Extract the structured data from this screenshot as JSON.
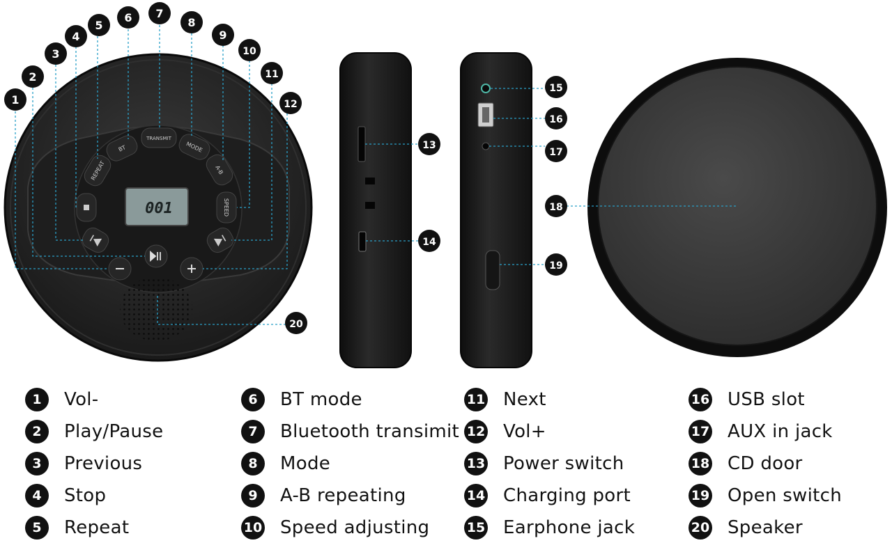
{
  "device": {
    "display_text": "001",
    "buttons": {
      "repeat": "REPEAT",
      "bt": "BT",
      "transmit": "TRANSMIT",
      "mode": "MODE",
      "ab": "A-B",
      "speed": "SPEED"
    }
  },
  "callouts": [
    "1",
    "2",
    "3",
    "4",
    "5",
    "6",
    "7",
    "8",
    "9",
    "10",
    "11",
    "12",
    "13",
    "14",
    "15",
    "16",
    "17",
    "18",
    "19",
    "20"
  ],
  "legend": [
    {
      "num": "1",
      "label": "Vol-"
    },
    {
      "num": "2",
      "label": "Play/Pause"
    },
    {
      "num": "3",
      "label": "Previous"
    },
    {
      "num": "4",
      "label": "Stop"
    },
    {
      "num": "5",
      "label": "Repeat"
    },
    {
      "num": "6",
      "label": "BT mode"
    },
    {
      "num": "7",
      "label": "Bluetooth transimit"
    },
    {
      "num": "8",
      "label": "Mode"
    },
    {
      "num": "9",
      "label": "A-B repeating"
    },
    {
      "num": "10",
      "label": "Speed adjusting"
    },
    {
      "num": "11",
      "label": "Next"
    },
    {
      "num": "12",
      "label": "Vol+"
    },
    {
      "num": "13",
      "label": "Power switch"
    },
    {
      "num": "14",
      "label": "Charging port"
    },
    {
      "num": "15",
      "label": "Earphone jack"
    },
    {
      "num": "16",
      "label": "USB slot"
    },
    {
      "num": "17",
      "label": "AUX in jack"
    },
    {
      "num": "18",
      "label": "CD door"
    },
    {
      "num": "19",
      "label": "Open switch"
    },
    {
      "num": "20",
      "label": "Speaker"
    }
  ]
}
